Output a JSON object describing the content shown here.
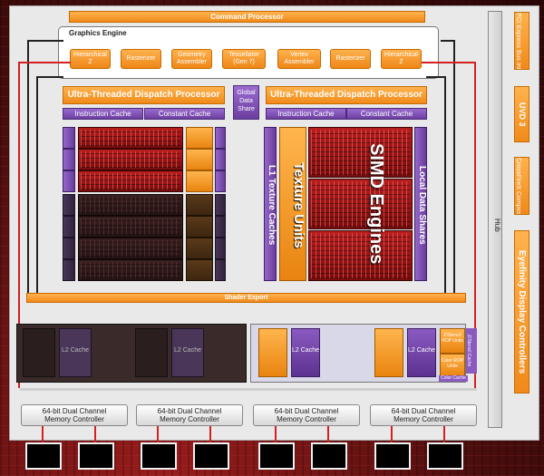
{
  "command_processor": "Command Processor",
  "graphics_engine": {
    "title": "Graphics Engine",
    "blocks": [
      "Hierarchical Z",
      "Rasterizer",
      "Geometry Assembler",
      "Tessellator (Gen 7)",
      "Vertex Assembler",
      "Rasterizer",
      "Hierarchical Z"
    ]
  },
  "dispatch_left": "Ultra-Threaded Dispatch Processor",
  "dispatch_right": "Ultra-Threaded Dispatch Processor",
  "gds": "Global Data Share",
  "caches": [
    "Instruction Cache",
    "Constant Cache",
    "Instruction Cache",
    "Constant Cache"
  ],
  "simd_labels": {
    "l1": "L1 Texture Caches",
    "texture": "Texture Units",
    "simd": "SIMD Engines",
    "lds": "Local Data Shares"
  },
  "shader_export": "Shader Export",
  "hub": "Hub",
  "l2_cache": "L2 Cache",
  "rop": {
    "zstencil": "Z/Stencil ROP Units",
    "color": "Color ROP Units",
    "z_stencil_cache": "Z/Stencil Cache",
    "color_cache": "Color Cache"
  },
  "memory_controllers": [
    [
      "64-bit Dual Channel",
      "Memory Controller"
    ],
    [
      "64-bit Dual Channel",
      "Memory Controller"
    ],
    [
      "64-bit Dual Channel",
      "Memory Controller"
    ],
    [
      "64-bit Dual Channel",
      "Memory Controller"
    ]
  ],
  "sidebar": [
    "PCI Express Bus Interface",
    "UVD 3",
    "CrossFireX Compositor",
    "Eyefinity Display Controllers"
  ],
  "colors": {
    "orange": "#f08a1a",
    "purple": "#6b3fa0",
    "red": "#b81e1e",
    "background": "#5a1212"
  }
}
